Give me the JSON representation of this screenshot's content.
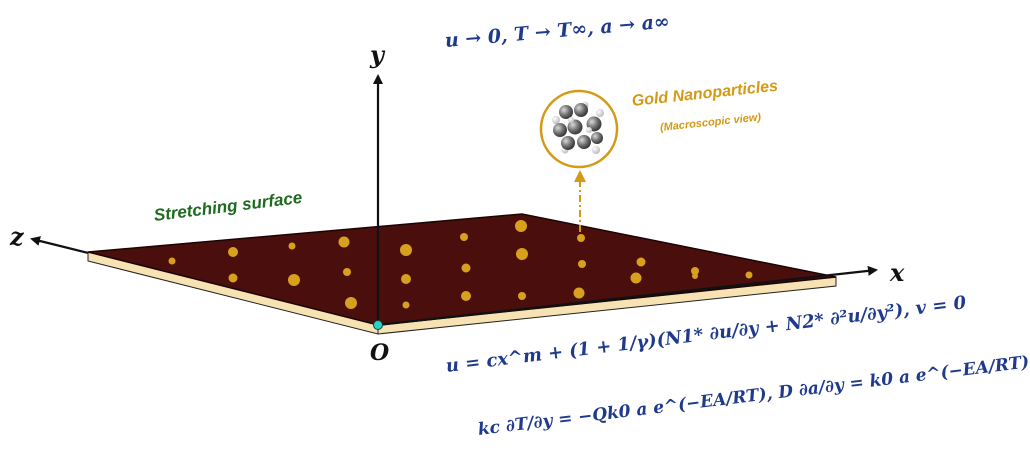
{
  "axes": {
    "x": "x",
    "y": "y",
    "z": "z",
    "origin": "O"
  },
  "surface_label": "Stretching surface",
  "nanoparticles": {
    "title": "Gold Nanoparticles",
    "subtitle": "(Macroscopic view)"
  },
  "equations": {
    "far_field": "u → 0, T → T∞, a → a∞",
    "wall_velocity": "u = cx^m + (1 + 1/γ)(N1* ∂u/∂y + N2* ∂²u/∂y²), v = 0",
    "wall_heat_mass": "kc ∂T/∂y = −Qk0 a e^(−EA/RT), D ∂a/∂y = k0 a e^(−EA/RT)"
  },
  "colors": {
    "sheet": "#4a0f0c",
    "sheet_edge": "#f6e2b3",
    "particle": "#d8a11d",
    "equation": "#1f3a8c",
    "surface_label": "#1f6b1f",
    "nanoparticle_label": "#d49a15",
    "origin_dot": "#2fd0c0"
  }
}
